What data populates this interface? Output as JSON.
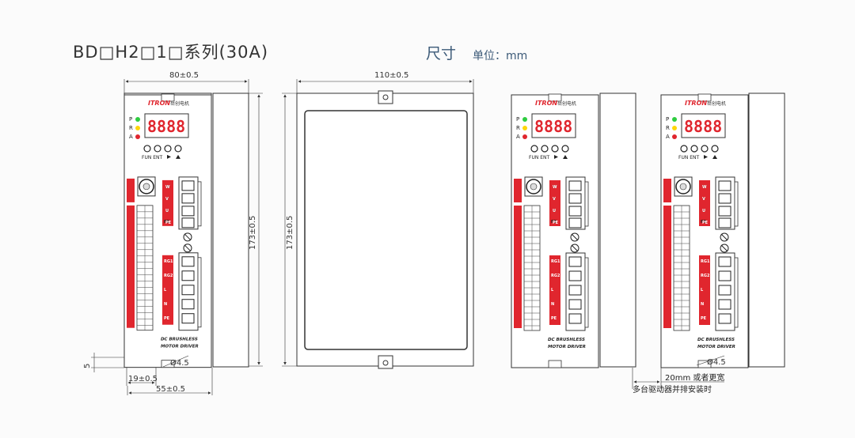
{
  "header": {
    "series_title": "BD□H2□1□系列(30A)",
    "size_label": "尺寸",
    "unit_label": "单位：mm"
  },
  "dimensions": {
    "front_width": "80±0.5",
    "top_width": "110±0.5",
    "height_front": "173±0.5",
    "height_top": "173±0.5",
    "edge_offset": "5",
    "hole_offset": "19±0.5",
    "hole_spacing": "55±0.5",
    "hole_diameter": "Ø4.5",
    "mount_gap": "20mm 或者更宽",
    "mount_note": "多台驱动器并排安装时"
  },
  "driver_panel": {
    "brand": "ITRON",
    "brand_cn": "岳创电机",
    "led_labels": [
      "P",
      "R",
      "A"
    ],
    "display": "8.8.8.8",
    "buttons": [
      "FUN",
      "ENT",
      "►",
      "▲"
    ],
    "motor_labels": [
      "W",
      "V",
      "U",
      "PE"
    ],
    "power_labels": [
      "RG1",
      "RG2",
      "L",
      "N",
      "PE"
    ],
    "caption_line1": "DC BRUSHLESS",
    "caption_line2": "MOTOR DRIVER"
  },
  "colors": {
    "accent_red": "#e0262e",
    "led_green": "#2ecc40",
    "led_yellow": "#ffd60a",
    "led_red": "#e0262e",
    "title_blue": "#3c5a78"
  }
}
